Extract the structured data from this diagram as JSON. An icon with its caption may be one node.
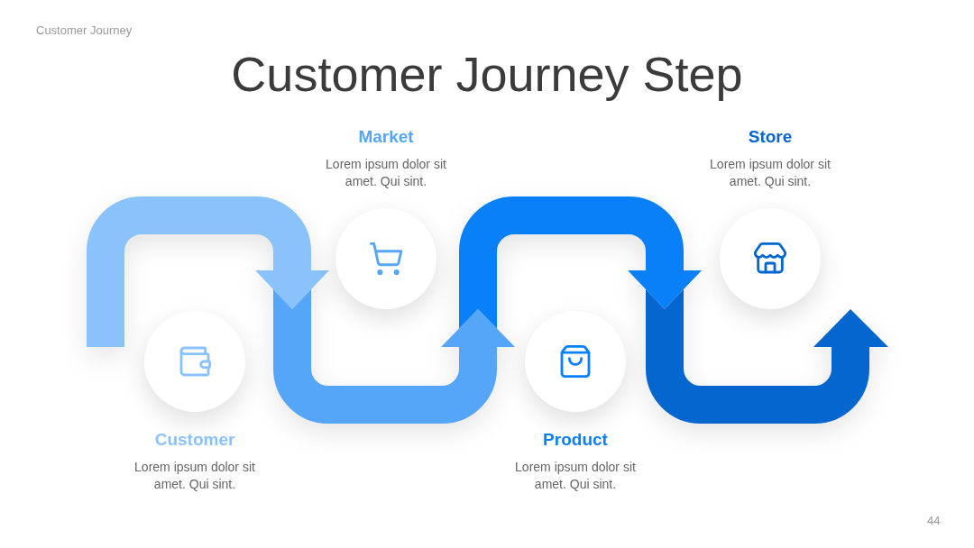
{
  "diagram": {
    "title": "Customer Journey Step",
    "nodes": [
      {
        "text": [
          "Customer",
          "Lorem ipsum dolor sit amet. Qui sint."
        ]
      },
      {
        "text": [
          "Market",
          "Lorem ipsum dolor sit amet. Qui sint."
        ]
      },
      {
        "text": [
          "Product",
          "Lorem ipsum dolor sit amet. Qui sint."
        ]
      },
      {
        "text": [
          "Store",
          "Lorem ipsum dolor sit amet. Qui sint."
        ]
      }
    ],
    "labels": [
      "Customer Journey",
      "44"
    ]
  }
}
